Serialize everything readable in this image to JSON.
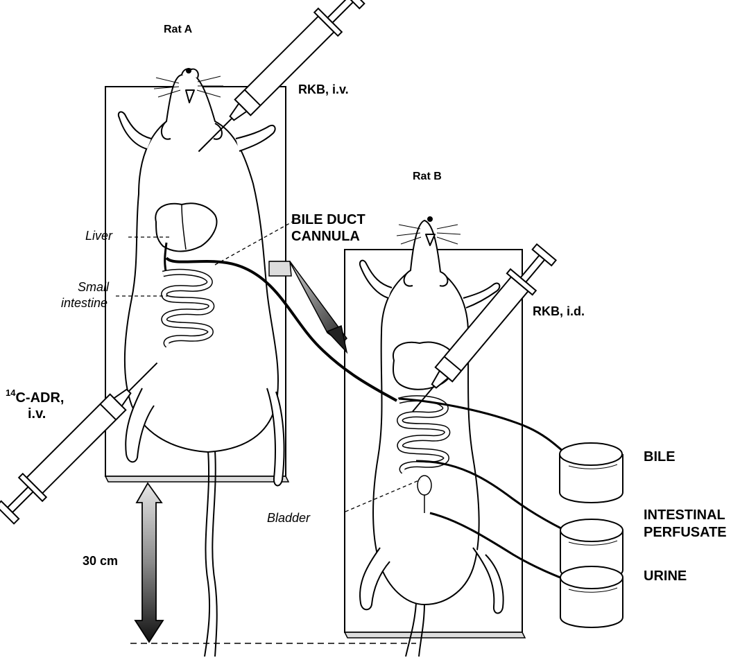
{
  "labels": {
    "rat_a": "Rat A",
    "rat_b": "Rat B",
    "rkb_iv": "RKB, i.v.",
    "rkb_id": "RKB, i.d.",
    "bile_duct_cannula_line1": "BILE DUCT",
    "bile_duct_cannula_line2": "CANNULA",
    "liver": "Liver",
    "small_intestine_line1": "Small",
    "small_intestine_line2": "intestine",
    "adr_superscript": "14",
    "adr_line1": "C-ADR,",
    "adr_line2": "i.v.",
    "bladder": "Bladder",
    "height": "30 cm",
    "bile": "BILE",
    "intestinal_perfusate_line1": "INTESTINAL",
    "intestinal_perfusate_line2": "PERFUSATE",
    "urine": "URINE"
  }
}
